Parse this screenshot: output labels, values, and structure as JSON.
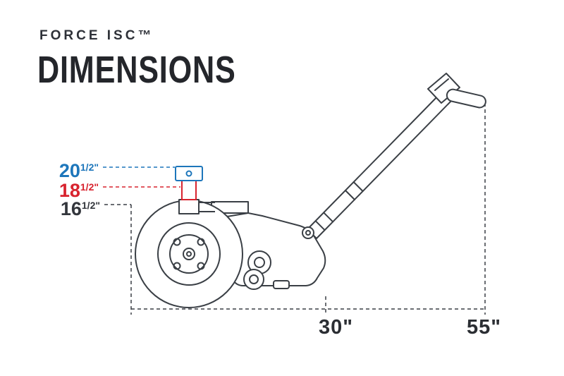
{
  "header": {
    "brand": "FORCE ISC™",
    "heading": "DIMENSIONS"
  },
  "heights": [
    {
      "whole": "20",
      "fraction": "1/2\"",
      "color": "#1d76bb",
      "meaning": "height-setting-high"
    },
    {
      "whole": "18",
      "fraction": "1/2\"",
      "color": "#d8232e",
      "meaning": "height-setting-mid"
    },
    {
      "whole": "16",
      "fraction": "1/2\"",
      "color": "#33363c",
      "meaning": "height-setting-low"
    }
  ],
  "widths": [
    {
      "value": "30\""
    },
    {
      "value": "55\""
    }
  ],
  "colors": {
    "blue": "#1d76bb",
    "red": "#d8232e",
    "dark": "#33363c",
    "line": "#3a3f45"
  }
}
